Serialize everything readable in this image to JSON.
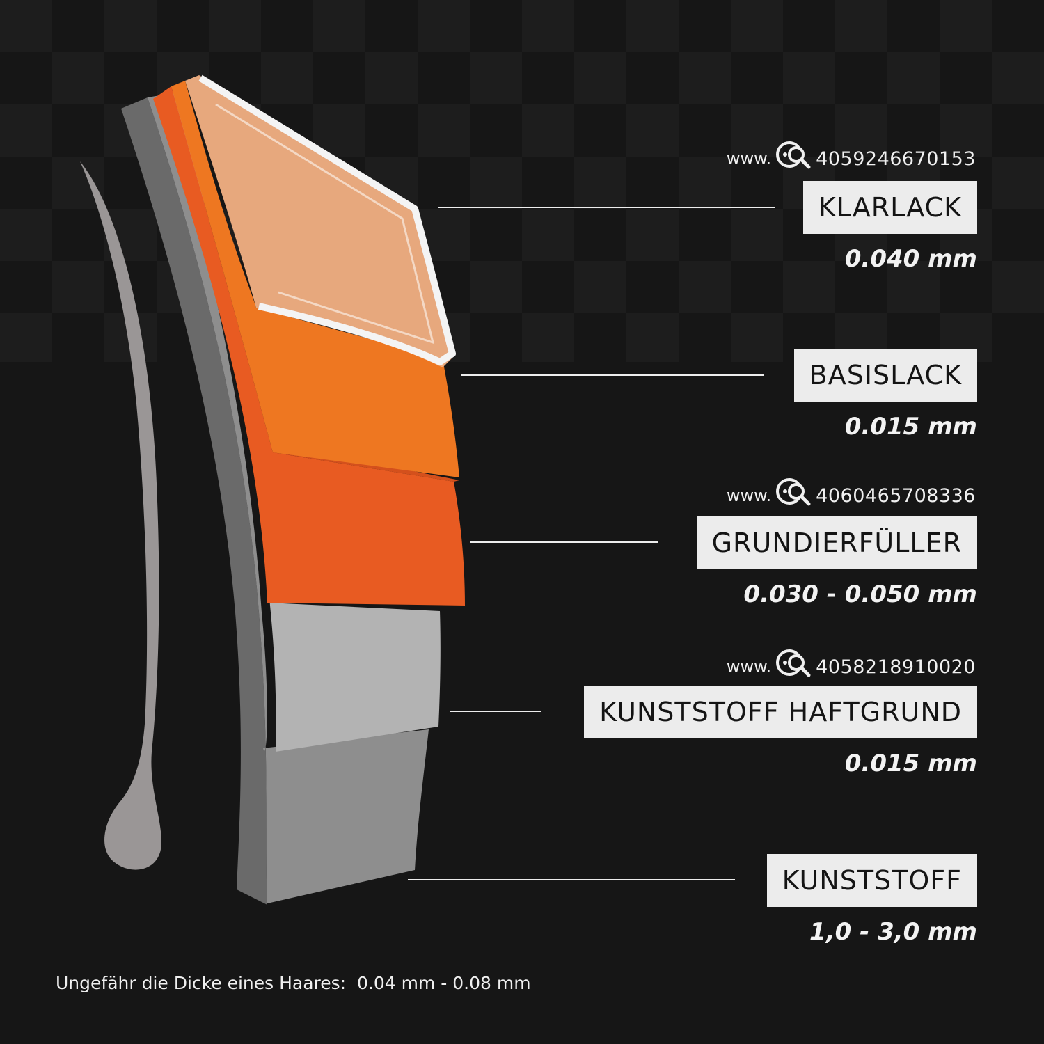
{
  "colors": {
    "background": "#161616",
    "checker": "#1f1f1f",
    "label_box": "#ececec",
    "label_text": "#141414",
    "text": "#f2f2f2",
    "klarlack": "#f2b083",
    "basislack": "#ee7721",
    "grundierfueller": "#e85b22",
    "haftgrund": "#b3b3b3",
    "kunststoff": "#8e8e8e",
    "hair": "#9a9696"
  },
  "layers": [
    {
      "id": "klarlack",
      "label": "KLARLACK",
      "thickness": "0.040 mm",
      "reference": {
        "prefix": "www.",
        "icon": "search-target-icon",
        "number": "4059246670153"
      }
    },
    {
      "id": "basislack",
      "label": "BASISLACK",
      "thickness": "0.015 mm"
    },
    {
      "id": "grundierfueller",
      "label": "GRUNDIERFÜLLER",
      "thickness": "0.030 - 0.050 mm",
      "reference": {
        "prefix": "www.",
        "icon": "search-target-icon",
        "number": "4060465708336"
      }
    },
    {
      "id": "haftgrund",
      "label": "KUNSTSTOFF HAFTGRUND",
      "thickness": "0.015 mm",
      "reference": {
        "prefix": "www.",
        "icon": "search-target-icon",
        "number": "4058218910020"
      }
    },
    {
      "id": "kunststoff",
      "label": "KUNSTSTOFF",
      "thickness": "1,0 - 3,0 mm"
    }
  ],
  "footnote": "Ungefähr die Dicke eines Haares:  0.04 mm - 0.08 mm"
}
